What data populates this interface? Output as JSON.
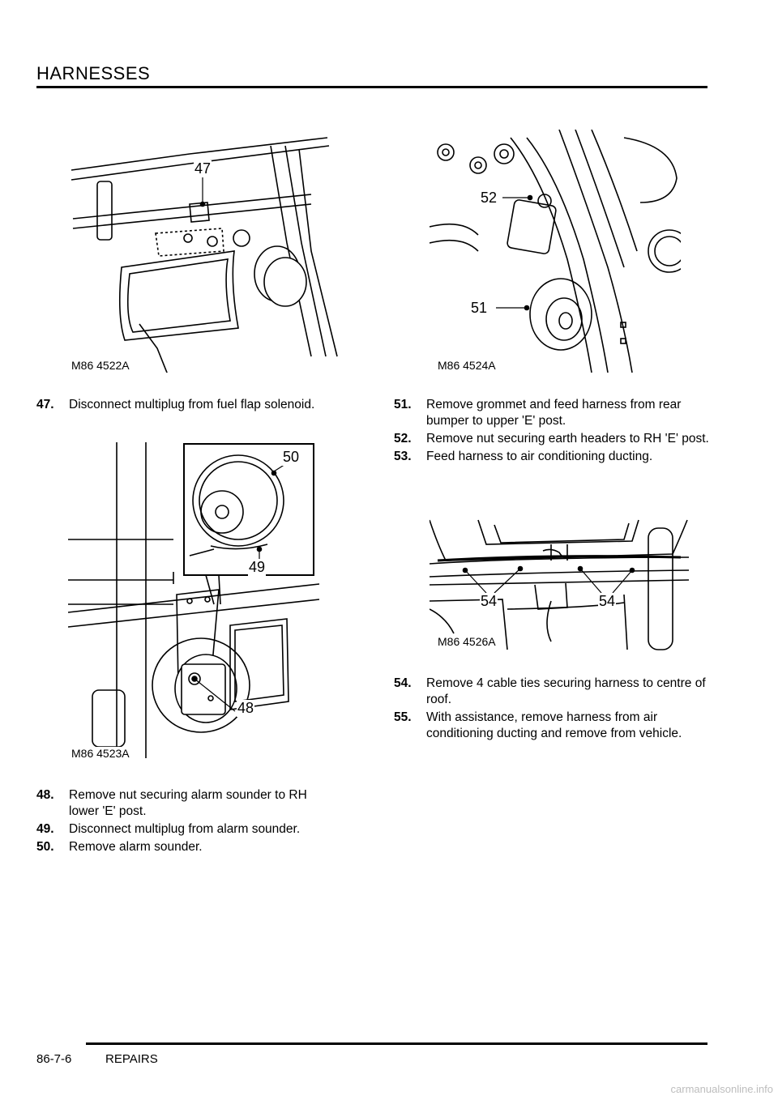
{
  "header": {
    "title": "HARNESSES"
  },
  "footer": {
    "page_number": "86-7-6",
    "section": "REPAIRS"
  },
  "watermark": "carmanualsonline.info",
  "figures": [
    {
      "id": "M86 4522A",
      "callouts": [
        "47"
      ]
    },
    {
      "id": "M86 4524A",
      "callouts": [
        "52",
        "51"
      ]
    },
    {
      "id": "M86 4523A",
      "callouts": [
        "50",
        "49",
        "48"
      ]
    },
    {
      "id": "M86 4526A",
      "callouts": [
        "54",
        "54"
      ]
    }
  ],
  "steps": [
    {
      "num": "47.",
      "text": "Disconnect multiplug from fuel flap  solenoid."
    },
    {
      "num": "48.",
      "text": "Remove nut securing alarm sounder to RH lower 'E' post."
    },
    {
      "num": "49.",
      "text": "Disconnect multiplug from alarm sounder."
    },
    {
      "num": "50.",
      "text": "Remove alarm sounder."
    },
    {
      "num": "51.",
      "text": "Remove grommet and feed harness from  rear bumper to upper 'E' post."
    },
    {
      "num": "52.",
      "text": "Remove nut securing earth headers to RH 'E' post."
    },
    {
      "num": "53.",
      "text": "Feed harness to air conditioning ducting."
    },
    {
      "num": "54.",
      "text": "Remove 4 cable ties securing harness to centre of roof."
    },
    {
      "num": "55.",
      "text": "With assistance, remove harness from  air conditioning ducting and remove from vehicle."
    }
  ]
}
